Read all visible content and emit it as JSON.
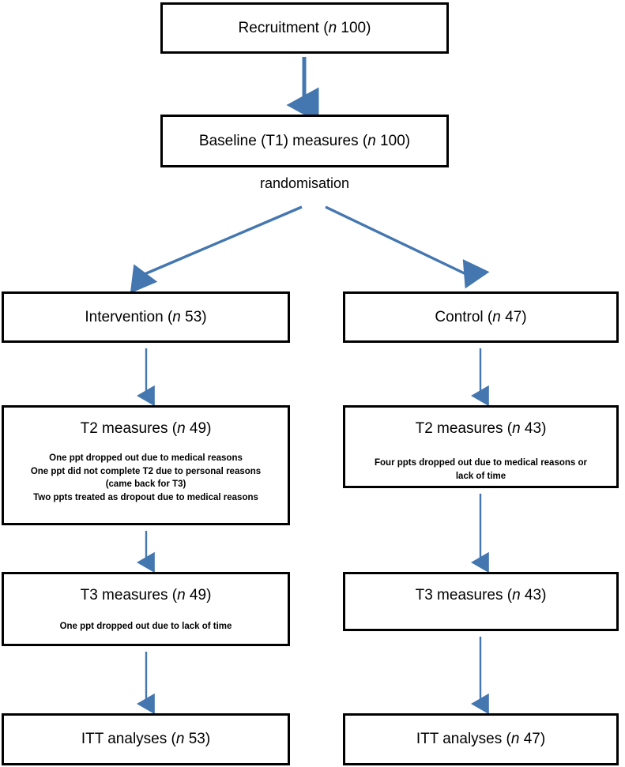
{
  "figure": {
    "type": "consort-flow-diagram",
    "arrow_color": "#4477B0",
    "box_border_color": "#000000",
    "background": "#ffffff"
  },
  "labels": {
    "randomisation": "randomisation"
  },
  "nodes": {
    "recruitment": {
      "title_pre": "Recruitment (",
      "title_italic": "n",
      "title_post": " 100)"
    },
    "baseline": {
      "title_pre": "Baseline (T1) measures (",
      "title_italic": "n",
      "title_post": " 100)"
    },
    "intervention": {
      "title_pre": "Intervention (",
      "title_italic": "n",
      "title_post": " 53)"
    },
    "control": {
      "title_pre": "Control (",
      "title_italic": "n",
      "title_post": " 47)"
    },
    "t2_left": {
      "title_pre": "T2 measures (",
      "title_italic": "n",
      "title_post": " 49)",
      "notes": [
        "One ppt dropped out due to medical reasons",
        "One ppt did not complete T2 due to personal reasons",
        "(came back for T3)",
        "Two ppts treated as dropout due to medical reasons"
      ]
    },
    "t2_right": {
      "title_pre": "T2 measures (",
      "title_italic": "n",
      "title_post": " 43)",
      "notes": [
        "Four ppts dropped out due to medical reasons or",
        "lack of time"
      ]
    },
    "t3_left": {
      "title_pre": "T3 measures (",
      "title_italic": "n",
      "title_post": " 49)",
      "notes": [
        "One ppt dropped out due to lack of time"
      ]
    },
    "t3_right": {
      "title_pre": "T3 measures (",
      "title_italic": "n",
      "title_post": " 43)",
      "notes": []
    },
    "itt_left": {
      "title_pre": "ITT analyses (",
      "title_italic": "n",
      "title_post": " 53)"
    },
    "itt_right": {
      "title_pre": "ITT analyses (",
      "title_italic": "n",
      "title_post": " 47)"
    }
  }
}
